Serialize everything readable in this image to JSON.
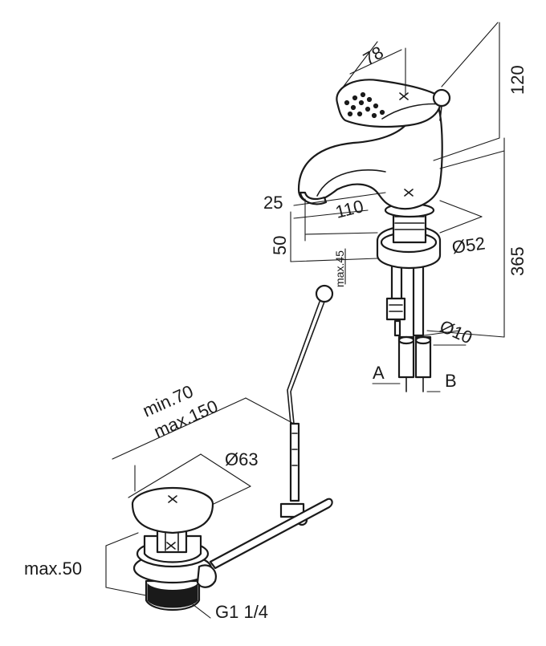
{
  "dimensions": {
    "handle_width": "78",
    "total_height": "120",
    "spout_height": "25",
    "spout_reach": "110",
    "base_diameter": "Ø52",
    "overall_height": "365",
    "clearance": "50",
    "max_deck": "max.45",
    "hose_diameter": "Ø10",
    "label_a": "A",
    "label_b": "B",
    "rod_min": "min.70",
    "rod_max": "max.150",
    "waste_diameter": "Ø63",
    "waste_height": "max.50",
    "thread": "G1 1/4"
  },
  "colors": {
    "line": "#1a1a1a",
    "background": "#ffffff"
  }
}
